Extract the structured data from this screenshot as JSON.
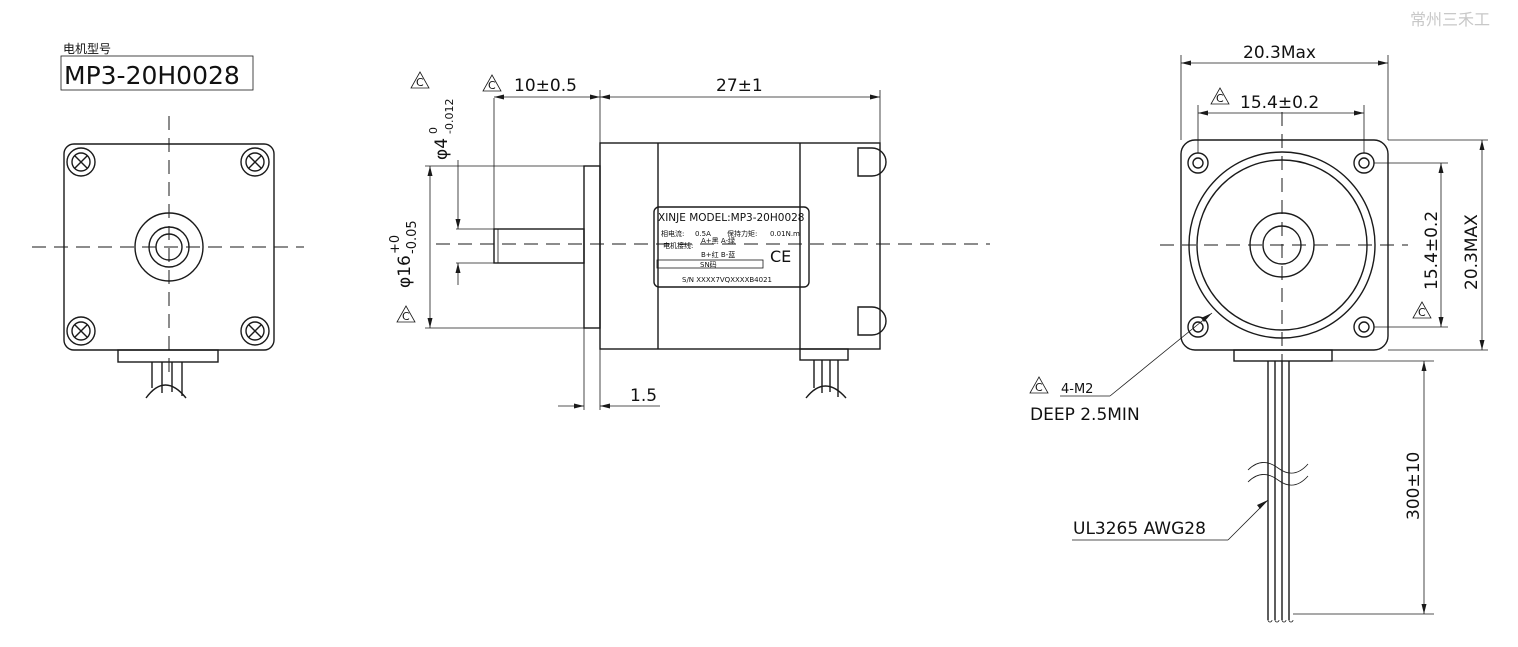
{
  "watermark": "常州三禾工",
  "model_box": {
    "caption": "电机型号",
    "model": "MP3-20H0028"
  },
  "side_view": {
    "dims": {
      "shaft_len": "10±0.5",
      "body_len": "27±1",
      "flange": "1.5",
      "shaft_dia_main": "φ4",
      "shaft_dia_upper": "0",
      "shaft_dia_lower": "-0.012",
      "boss_dia_main": "φ16",
      "boss_dia_upper": "+0",
      "boss_dia_lower": "-0.05"
    },
    "symbol": "C"
  },
  "nameplate": {
    "model_line": "XINJE MODEL:MP3-20H0028",
    "current_label": "相电流:",
    "current_value": "0.5A",
    "torque_label": "保持力矩:",
    "torque_value": "0.01N.m",
    "wiring_label": "电机接线:",
    "wiring_a": "A+黑 A-绿",
    "wiring_b": "B+红 B-蓝",
    "sn_code": "SN码",
    "sn_line": "S/N XXXX7VQXXXXB4021",
    "ce": "CE"
  },
  "front_view": {
    "dims": {
      "width_max": "20.3Max",
      "hole_spacing_h": "15.4±0.2",
      "hole_spacing_v": "15.4±0.2",
      "height_max": "20.3MAX",
      "thread": "4-M2",
      "thread_depth": "DEEP 2.5MIN",
      "lead_len": "300±10",
      "wire_spec": "UL3265 AWG28"
    },
    "symbol": "C"
  }
}
